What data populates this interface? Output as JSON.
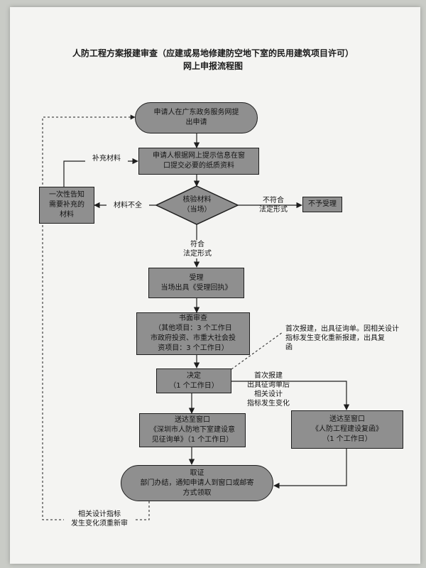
{
  "title": {
    "line1": "人防工程方案报建审查（应建或易地修建防空地下室的民用建筑项目许可）",
    "line2": "网上申报流程图"
  },
  "nodes": {
    "start": [
      "申请人在广东政务服务网提",
      "出申请"
    ],
    "submit": [
      "申请人根据网上提示信息在窗",
      "口提交必要的纸质资料"
    ],
    "check": [
      "核验材料",
      "（当场）"
    ],
    "notice": [
      "一次性告知",
      "需要补充的",
      "材料"
    ],
    "reject": [
      "不予受理"
    ],
    "accept": [
      "受理",
      "当场出具《受理回执》"
    ],
    "review": [
      "书面审查",
      "（其他项目：3 个工作日",
      "市政府投资、市重大社会投",
      "资项目：3 个工作日）"
    ],
    "decide": [
      "决定",
      "（1 个工作日）"
    ],
    "deliver_left": [
      "送达至窗口",
      "《深圳市人防地下室建设意",
      "见征询单》（1 个工作日）"
    ],
    "deliver_right": [
      "送达至窗口",
      "《人防工程建设复函》",
      "（1 个工作日）"
    ],
    "collect": [
      "取证",
      "部门办结，通知申请人到窗口或邮寄",
      "方式领取"
    ]
  },
  "labels": {
    "supplement": "补充材料",
    "incomplete": "材料不全",
    "not_comply": [
      "不符合",
      "法定形式"
    ],
    "comply": [
      "符合",
      "法定形式"
    ],
    "first_report_note": [
      "首次报建，出具征询单。因相关设计",
      "指标发生变化重新报建，出具复",
      "函"
    ],
    "after_first": [
      "首次报建",
      "出具征询单后",
      "相关设计",
      "指标发生变化"
    ],
    "rereview": [
      "相关设计指标",
      "发生变化须重新审"
    ]
  },
  "colors": {
    "node_fill": "#8f8f8f",
    "stroke": "#1e1e1e",
    "paper": "#f4f4f2"
  }
}
